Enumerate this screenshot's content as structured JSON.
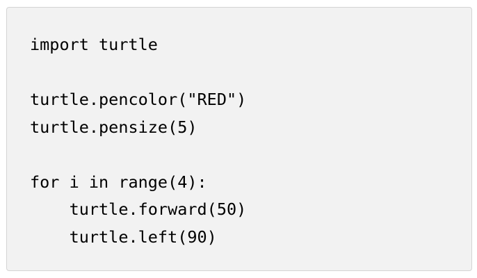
{
  "code_block": {
    "lines": [
      "import turtle",
      "",
      "turtle.pencolor(\"RED\")",
      "turtle.pensize(5)",
      "",
      "for i in range(4):",
      "    turtle.forward(50)",
      "    turtle.left(90)"
    ]
  }
}
